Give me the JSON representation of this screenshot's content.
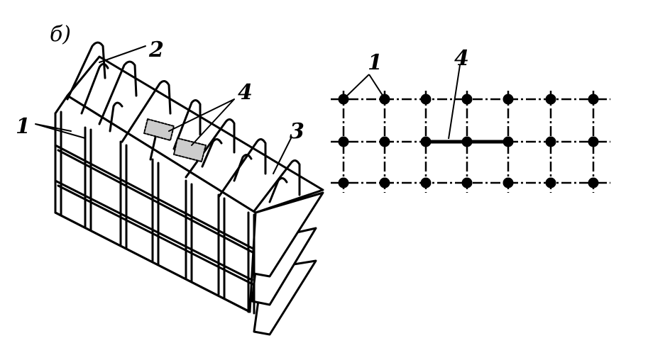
{
  "figure_label": "б)",
  "left_view": {
    "labels": [
      "1",
      "2",
      "3",
      "4"
    ]
  },
  "right_view": {
    "labels": [
      "1",
      "4"
    ],
    "rows": 3,
    "columns": 7
  }
}
